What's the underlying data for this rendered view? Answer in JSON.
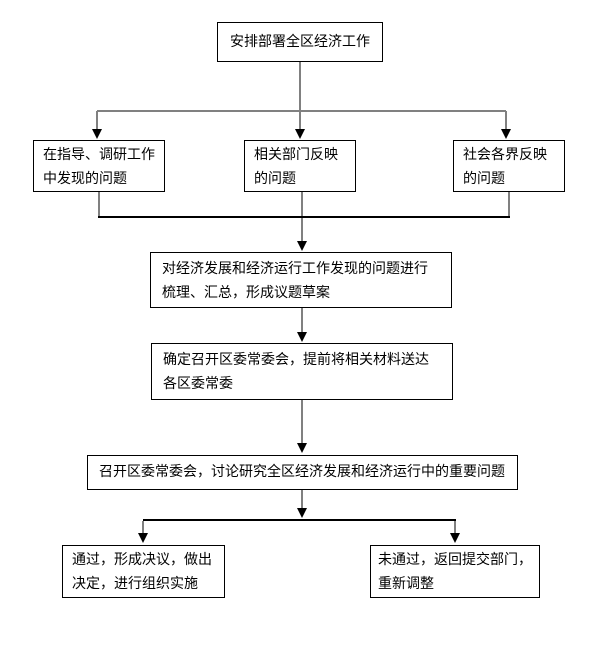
{
  "diagram": {
    "type": "flowchart",
    "language": "zh-CN",
    "colors": {
      "background": "#ffffff",
      "box_border": "#000000",
      "box_fill": "#ffffff",
      "connector_gray": "#808080",
      "connector_black": "#000000",
      "arrowhead": "#000000",
      "text": "#000000"
    },
    "nodes": {
      "start": {
        "text": "安排部署全区经济工作"
      },
      "source_guidance": {
        "text": "在指导、调研工作中发现的问题"
      },
      "source_departments": {
        "text": "相关部门反映的问题"
      },
      "source_society": {
        "text": "社会各界反映的问题"
      },
      "summarize": {
        "text": "对经济发展和经济运行工作发现的问题进行梳理、汇总，形成议题草案"
      },
      "schedule": {
        "text": "确定召开区委常委会，提前将相关材料送达各区委常委"
      },
      "meeting": {
        "text": "召开区委常委会，讨论研究全区经济发展和经济运行中的重要问题"
      },
      "approved": {
        "text": "通过，形成决议，做出决定，进行组织实施"
      },
      "rejected": {
        "text": "未通过，返回提交部门，重新调整"
      }
    },
    "edges": [
      {
        "from": "start",
        "to": "source_guidance"
      },
      {
        "from": "start",
        "to": "source_departments"
      },
      {
        "from": "start",
        "to": "source_society"
      },
      {
        "from": "source_guidance",
        "to": "summarize"
      },
      {
        "from": "source_departments",
        "to": "summarize"
      },
      {
        "from": "source_society",
        "to": "summarize"
      },
      {
        "from": "summarize",
        "to": "schedule"
      },
      {
        "from": "schedule",
        "to": "meeting"
      },
      {
        "from": "meeting",
        "to": "approved"
      },
      {
        "from": "meeting",
        "to": "rejected"
      }
    ]
  }
}
